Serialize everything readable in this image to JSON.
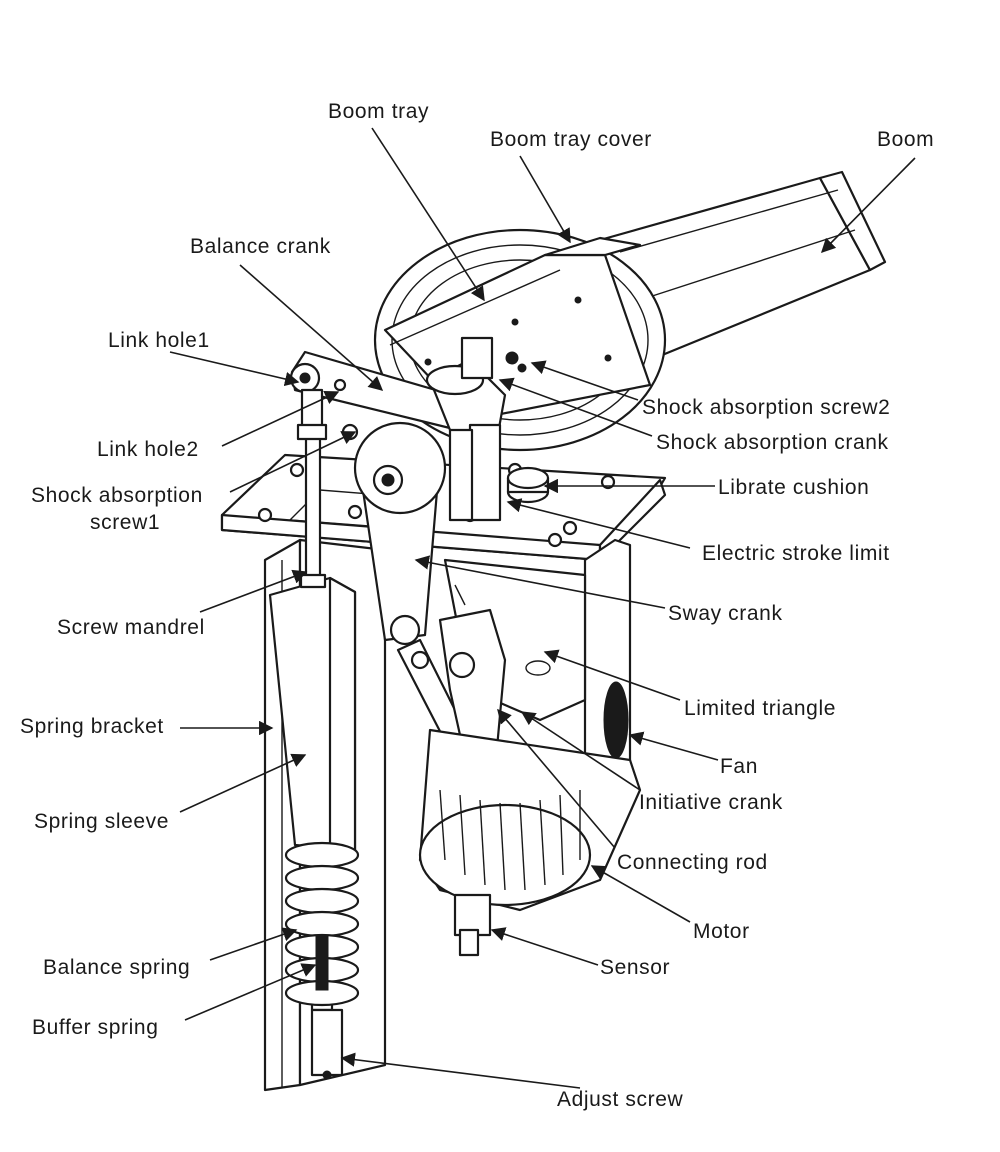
{
  "diagram": {
    "labels": {
      "boom_tray": "Boom tray",
      "boom_tray_cover": "Boom tray cover",
      "boom": "Boom",
      "balance_crank": "Balance crank",
      "link_hole1": "Link hole1",
      "link_hole2": "Link hole2",
      "shock_absorption_screw1_a": "Shock absorption",
      "shock_absorption_screw1_b": "screw1",
      "shock_absorption_screw2": "Shock absorption screw2",
      "shock_absorption_crank": "Shock absorption crank",
      "librate_cushion": "Librate cushion",
      "electric_stroke_limit": "Electric stroke limit",
      "screw_mandrel": "Screw mandrel",
      "sway_crank": "Sway crank",
      "limited_triangle": "Limited triangle",
      "spring_bracket": "Spring bracket",
      "fan": "Fan",
      "spring_sleeve": "Spring sleeve",
      "initiative_crank": "Initiative crank",
      "connecting_rod": "Connecting rod",
      "motor": "Motor",
      "balance_spring": "Balance spring",
      "sensor": "Sensor",
      "buffer_spring": "Buffer spring",
      "adjust_screw": "Adjust screw"
    }
  }
}
